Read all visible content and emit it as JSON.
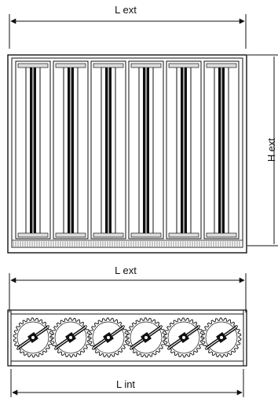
{
  "labels": {
    "top_width": "L ext",
    "right_height": "H ext",
    "mid_width": "L ext",
    "bottom_width": "L int"
  },
  "front_view": {
    "blade_count": 6
  },
  "section_view": {
    "gear_count": 6
  }
}
